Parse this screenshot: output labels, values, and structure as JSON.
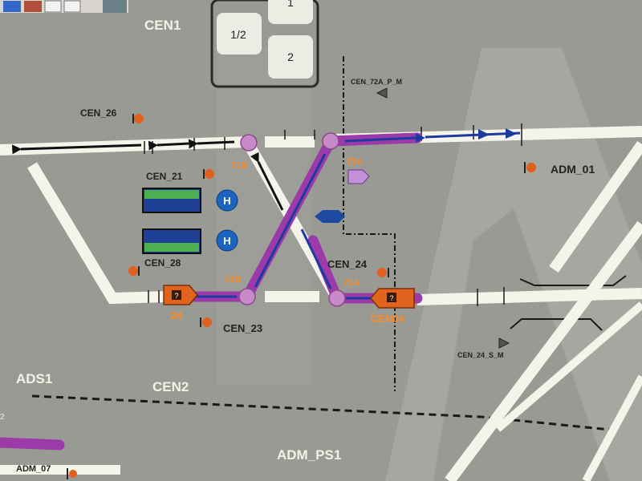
{
  "toolbar": {
    "icons": [
      "users-icon",
      "briefcase-icon",
      "document-icon",
      "document-icon",
      "panel-icon"
    ]
  },
  "keypad": {
    "buttons": [
      {
        "label": "1"
      },
      {
        "label": "1/2"
      },
      {
        "label": "2"
      }
    ]
  },
  "areas": {
    "cen1": "CEN1",
    "cen2": "CEN2",
    "ads1": "ADS1",
    "adm_ps1": "ADM_PS1"
  },
  "signals": {
    "cen_26": "CEN_26",
    "cen_21": "CEN_21",
    "cen_28": "CEN_28",
    "cen_23": "CEN_23",
    "cen_24": "CEN_24",
    "adm_01": "ADM_01",
    "adm_07": "ADM_07",
    "cen_72a_p_m": "CEN_72A_P_M",
    "cen_24_s_m": "CEN_24_S_M"
  },
  "points": {
    "p71b": "71B",
    "p72a": "72A",
    "p72b": "72B",
    "p71a": "71A"
  },
  "trains": {
    "left_id": "24",
    "right_id": "CEN04",
    "badge": "?"
  },
  "markers": {
    "h": "H"
  },
  "side_number": "2",
  "colors": {
    "background": "#9a9a95",
    "track": "#f5f4ea",
    "route": "#9b3aa8",
    "arrow": "#1e3a9e",
    "signal": "#e06020",
    "train": "#e0641e",
    "label_orange": "#ff8a1e",
    "point_node": "#c98ac9"
  }
}
